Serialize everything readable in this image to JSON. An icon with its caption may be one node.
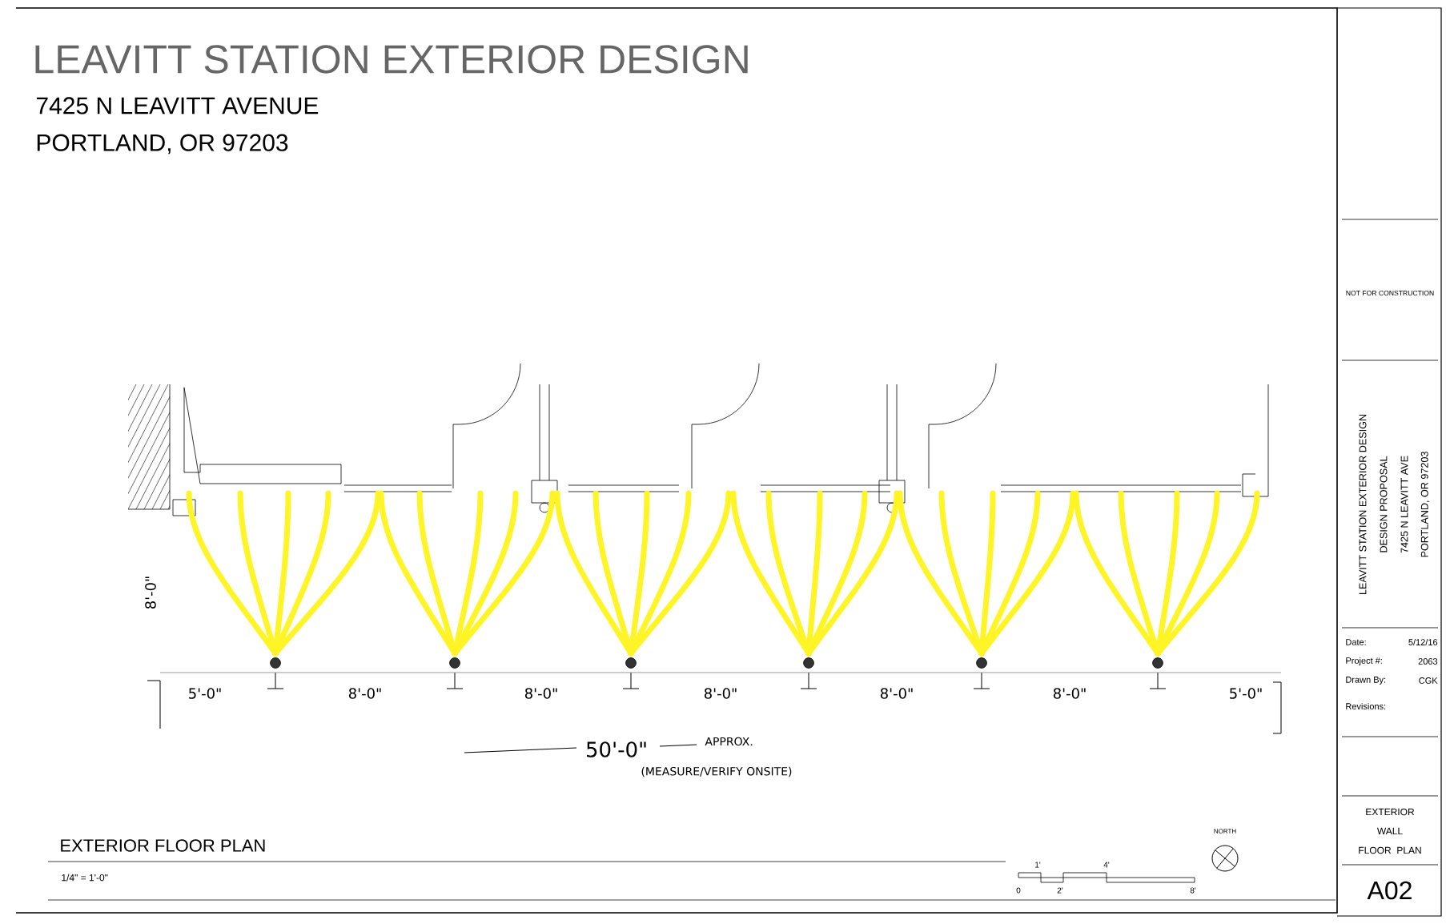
{
  "diagram": {
    "title": "LEAVITT STATION EXTERIOR DESIGN",
    "labels": [
      "7425 N LEAVITT AVENUE",
      "PORTLAND, OR 97203",
      "8'-0\"",
      "5'-0\"",
      "8'-0\"",
      "8'-0\"",
      "8'-0\"",
      "8'-0\"",
      "8'-0\"",
      "5'-0\"",
      "50'-0\"",
      "APPROX.",
      "(MEASURE/VERIFY ONSITE)",
      "EXTERIOR FLOOR PLAN",
      "1/4\" = 1'-0\"",
      "NORTH",
      "1'",
      "4'",
      "0",
      "2'",
      "8'",
      "NOT FOR CONSTRUCTION",
      "LEAVITT STATION EXTERIOR DESIGN",
      "DESIGN PROPOSAL",
      "7425 N LEAVITT AVE",
      "PORTLAND, OR 97203",
      "Date:",
      "5/12/16",
      "Project #:",
      "2063",
      "Drawn By:",
      "CGK",
      "Revisions:",
      "EXTERIOR WALL FLOOR PLAN",
      "A02"
    ]
  }
}
